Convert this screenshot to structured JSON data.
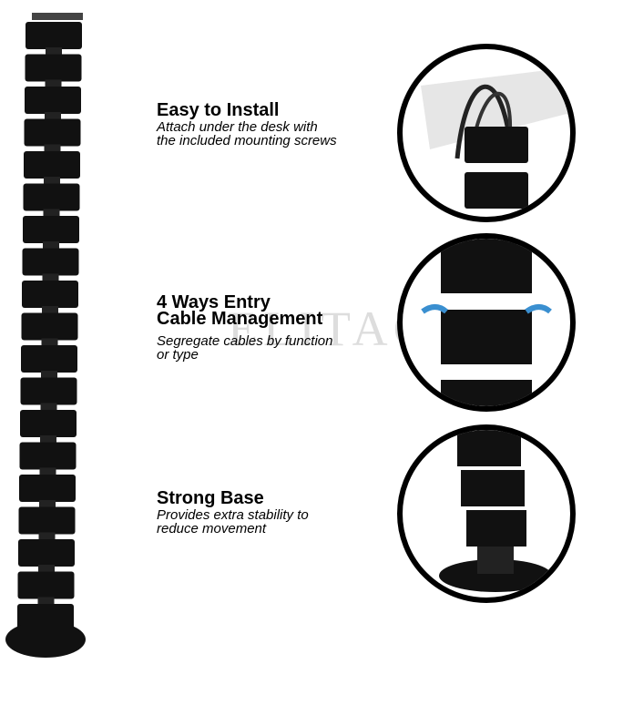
{
  "features": [
    {
      "title": "Easy to Install",
      "desc": [
        "Attach under the desk with",
        "the included mounting screws"
      ]
    },
    {
      "title": [
        "4 Ways Entry",
        "Cable Management"
      ],
      "desc": [
        "Segregate cables by function",
        "or type"
      ]
    },
    {
      "title": "Strong Base",
      "desc": [
        "Provides extra stability to",
        "reduce movement"
      ]
    }
  ],
  "watermark": "ELITACO",
  "colors": {
    "product": "#111111",
    "accent_arrow": "#3a8fd0"
  }
}
